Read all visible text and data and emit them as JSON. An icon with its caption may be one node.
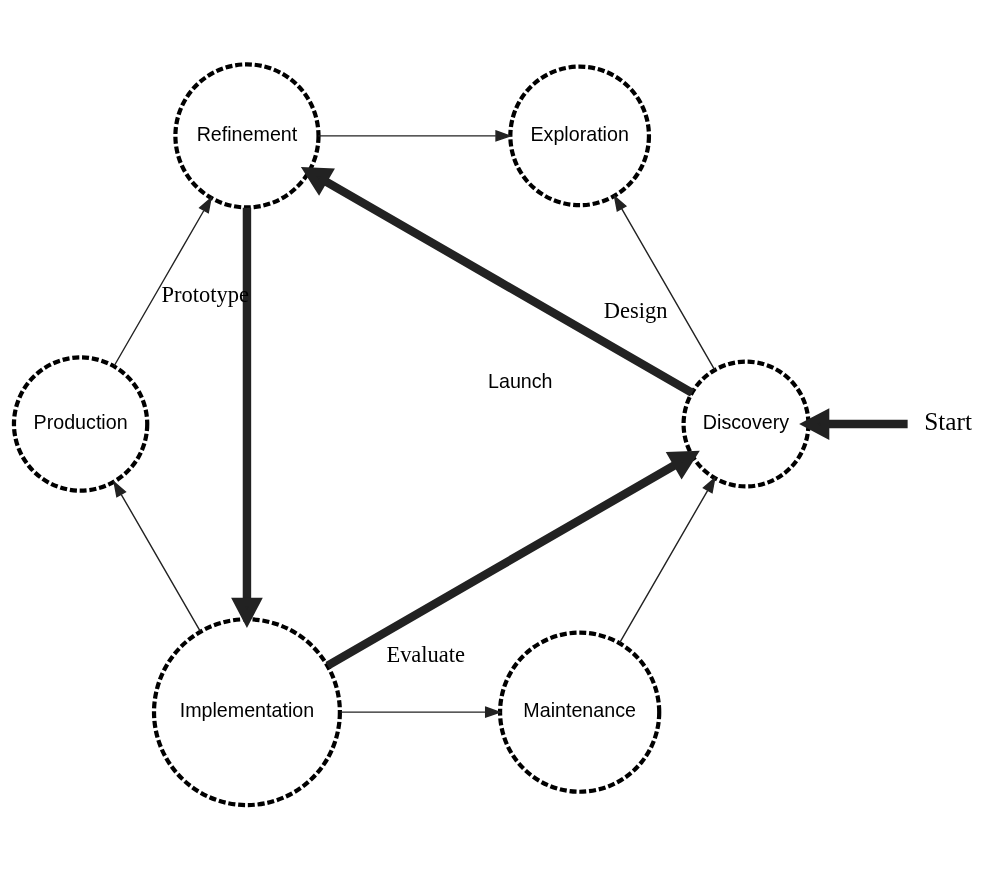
{
  "diagram": {
    "nodes": [
      {
        "text": [
          "Exploration"
        ]
      },
      {
        "text": [
          "Start"
        ]
      },
      {
        "text": [
          "Discovery"
        ]
      },
      {
        "text": [
          "Refinement"
        ]
      },
      {
        "text": [
          "Maintenance"
        ]
      },
      {
        "text": [
          "Production"
        ]
      },
      {
        "text": [
          "Implementation"
        ]
      }
    ],
    "edges": [
      {
        "from": 1,
        "to": 2,
        "arrow": "to",
        "style": "thick"
      },
      {
        "from": 2,
        "to": 0,
        "arrow": "to"
      },
      {
        "from": 3,
        "to": 0,
        "arrow": "to"
      },
      {
        "from": 5,
        "to": 3,
        "arrow": "to"
      },
      {
        "from": 6,
        "to": 5,
        "arrow": "to"
      },
      {
        "from": 6,
        "to": 4,
        "arrow": "to"
      },
      {
        "from": 4,
        "to": 2,
        "arrow": "to"
      },
      {
        "from": 2,
        "to": 3,
        "arrow": "to",
        "style": "thick",
        "label": "Design"
      },
      {
        "from": 3,
        "to": 6,
        "arrow": "to",
        "style": "thick",
        "label": "Prototype"
      },
      {
        "from": 6,
        "to": 2,
        "arrow": "to",
        "style": "thick",
        "label": "Evaluate"
      }
    ],
    "labels": [
      "Launch"
    ]
  }
}
